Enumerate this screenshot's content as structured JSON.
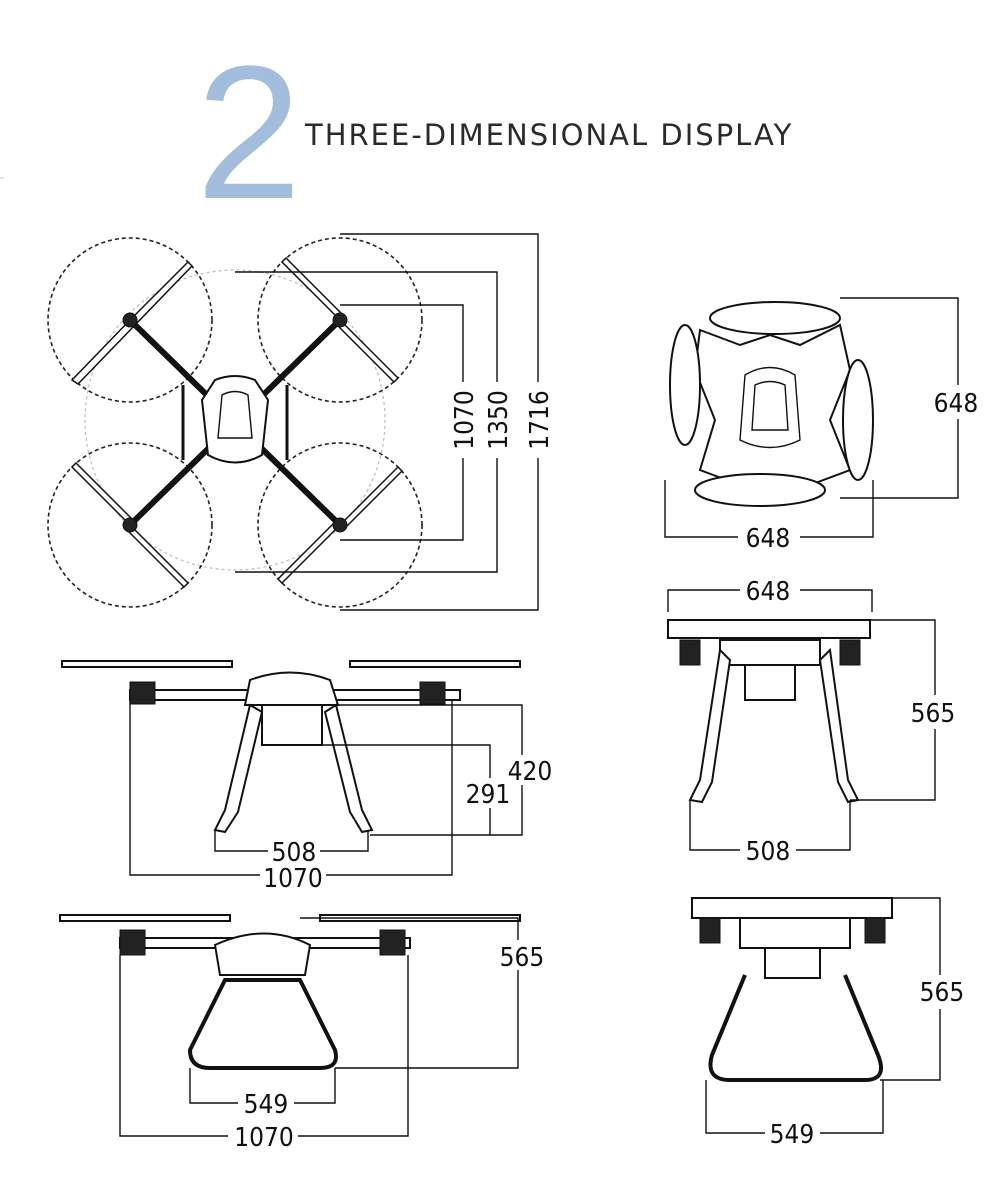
{
  "header": {
    "number": "2",
    "title": "THREE-DIMENSIONAL DISPLAY",
    "number_color": "#a3bddd"
  },
  "views": {
    "top_unfolded": {
      "dims": [
        "1070",
        "1350",
        "1716"
      ]
    },
    "top_folded": {
      "dims": [
        "648",
        "648"
      ]
    },
    "front_left": {
      "dims": [
        "420",
        "291",
        "508",
        "1070"
      ]
    },
    "side_right": {
      "dims": [
        "648",
        "565",
        "508"
      ]
    },
    "front_bottom_left": {
      "dims": [
        "565",
        "549",
        "1070"
      ]
    },
    "side_bottom_right": {
      "dims": [
        "565",
        "549"
      ]
    }
  }
}
